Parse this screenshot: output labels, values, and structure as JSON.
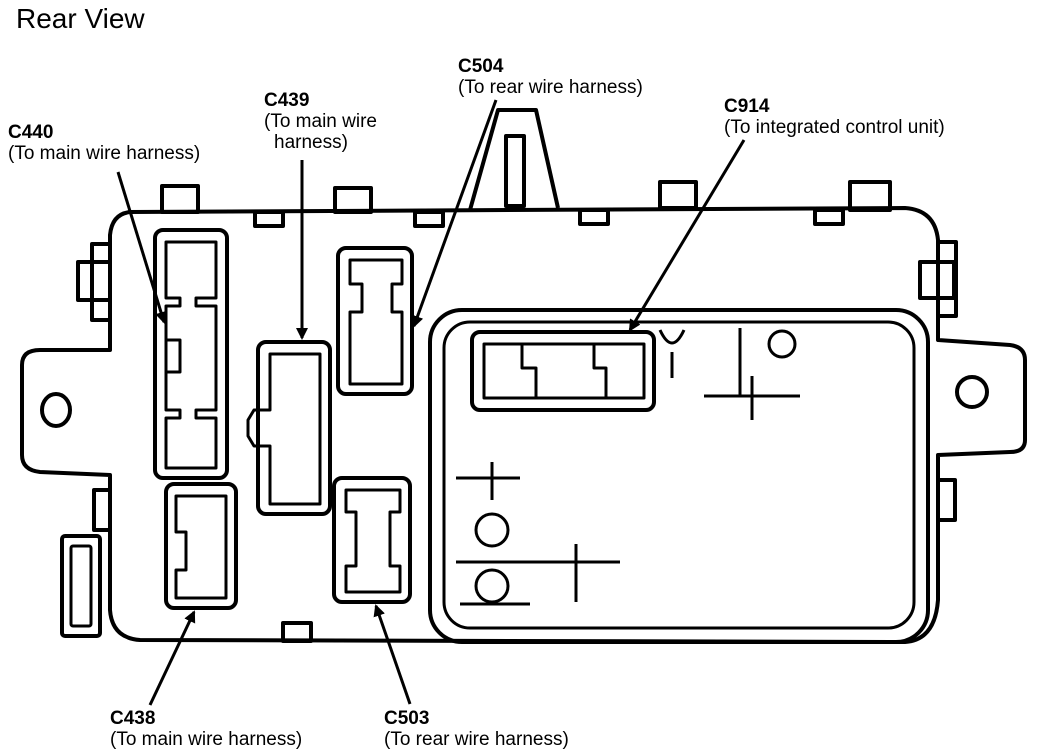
{
  "title": "Rear View",
  "connectors": [
    {
      "id": "c440",
      "code": "C440",
      "lines": [
        "(To main wire harness)"
      ]
    },
    {
      "id": "c439",
      "code": "C439",
      "lines": [
        "(To main wire",
        "harness)"
      ]
    },
    {
      "id": "c504",
      "code": "C504",
      "lines": [
        "(To rear wire harness)"
      ]
    },
    {
      "id": "c914",
      "code": "C914",
      "lines": [
        "(To integrated control unit)"
      ]
    },
    {
      "id": "c438",
      "code": "C438",
      "lines": [
        "(To main wire harness)"
      ]
    },
    {
      "id": "c503",
      "code": "C503",
      "lines": [
        "(To rear wire harness)"
      ]
    }
  ]
}
